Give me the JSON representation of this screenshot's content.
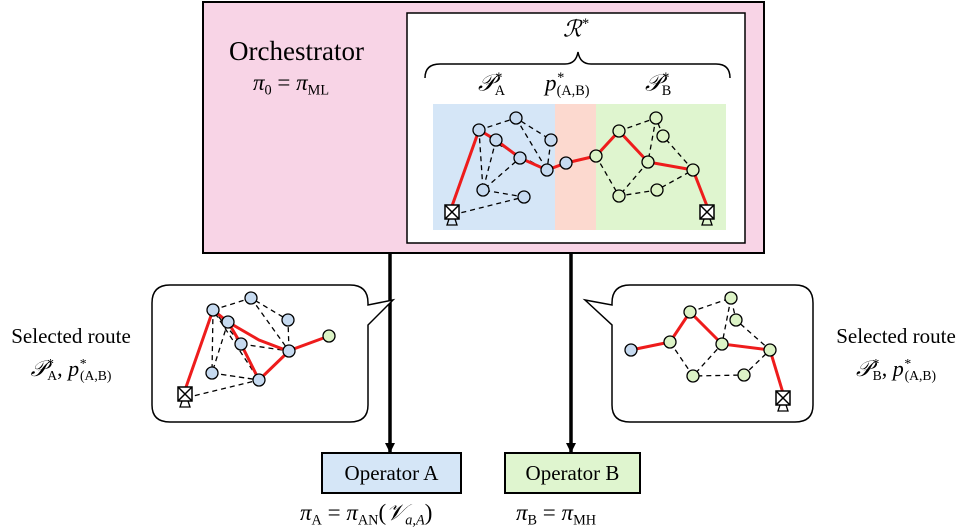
{
  "orchestrator": {
    "title": "Orchestrator",
    "policy_lhs": "π",
    "policy_lhs_sub": "0",
    "policy_rhs": "π",
    "policy_rhs_sub": "ML",
    "colors": {
      "fill": "#f8d4e6"
    }
  },
  "route": {
    "full_label": "ℛ",
    "full_label_sup": "*",
    "segment_a": {
      "label": "𝒫",
      "sup": "*",
      "sub": "A",
      "color": "#d5e6f7"
    },
    "segment_ab": {
      "label": "p",
      "sup": "*",
      "sub": "(A,B)",
      "color": "#fcd9cf"
    },
    "segment_b": {
      "label": "𝒫",
      "sup": "*",
      "sub": "B",
      "color": "#dff5cf"
    }
  },
  "left_panel": {
    "line1": "Selected route",
    "label_a": "𝒫",
    "label_a_sup": "*",
    "label_a_sub": "A",
    "label_p": "p",
    "label_p_sup": "*",
    "label_p_sub": "(A,B)"
  },
  "right_panel": {
    "line1": "Selected route",
    "label_b": "𝒫",
    "label_b_sup": "*",
    "label_b_sub": "B",
    "label_p": "p",
    "label_p_sup": "*",
    "label_p_sub": "(A,B)"
  },
  "operator_a": {
    "label": "Operator A",
    "policy_lhs": "π",
    "policy_lhs_sub": "A",
    "policy_rhs": "π",
    "policy_rhs_sub": "AN",
    "policy_arg": "𝒱",
    "policy_arg_sub": "a,A",
    "color": "#d5e6f7"
  },
  "operator_b": {
    "label": "Operator B",
    "policy_lhs": "π",
    "policy_lhs_sub": "B",
    "policy_rhs": "π",
    "policy_rhs_sub": "MH",
    "color": "#dff5cf"
  },
  "colors": {
    "node_blue": "#c6daf0",
    "node_green": "#dcf3c6",
    "route_red": "#ee1c1c"
  }
}
